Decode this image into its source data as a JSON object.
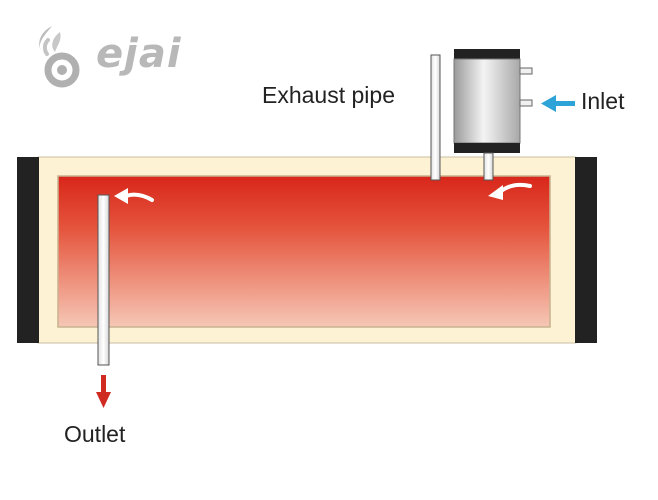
{
  "logo": {
    "text": "ejai",
    "icon": "flame-gear-logo-icon"
  },
  "labels": {
    "exhaust_pipe": "Exhaust pipe",
    "inlet": "Inlet",
    "outlet": "Outlet"
  },
  "colors": {
    "hot_top": "#d8261a",
    "hot_bottom": "#f6c7b6",
    "insulation": "#fdf3d4",
    "end_cap": "#222222",
    "inlet_arrow": "#2ea3d8",
    "outlet_arrow": "#cf2b21",
    "logo": "#b8b8b8"
  }
}
